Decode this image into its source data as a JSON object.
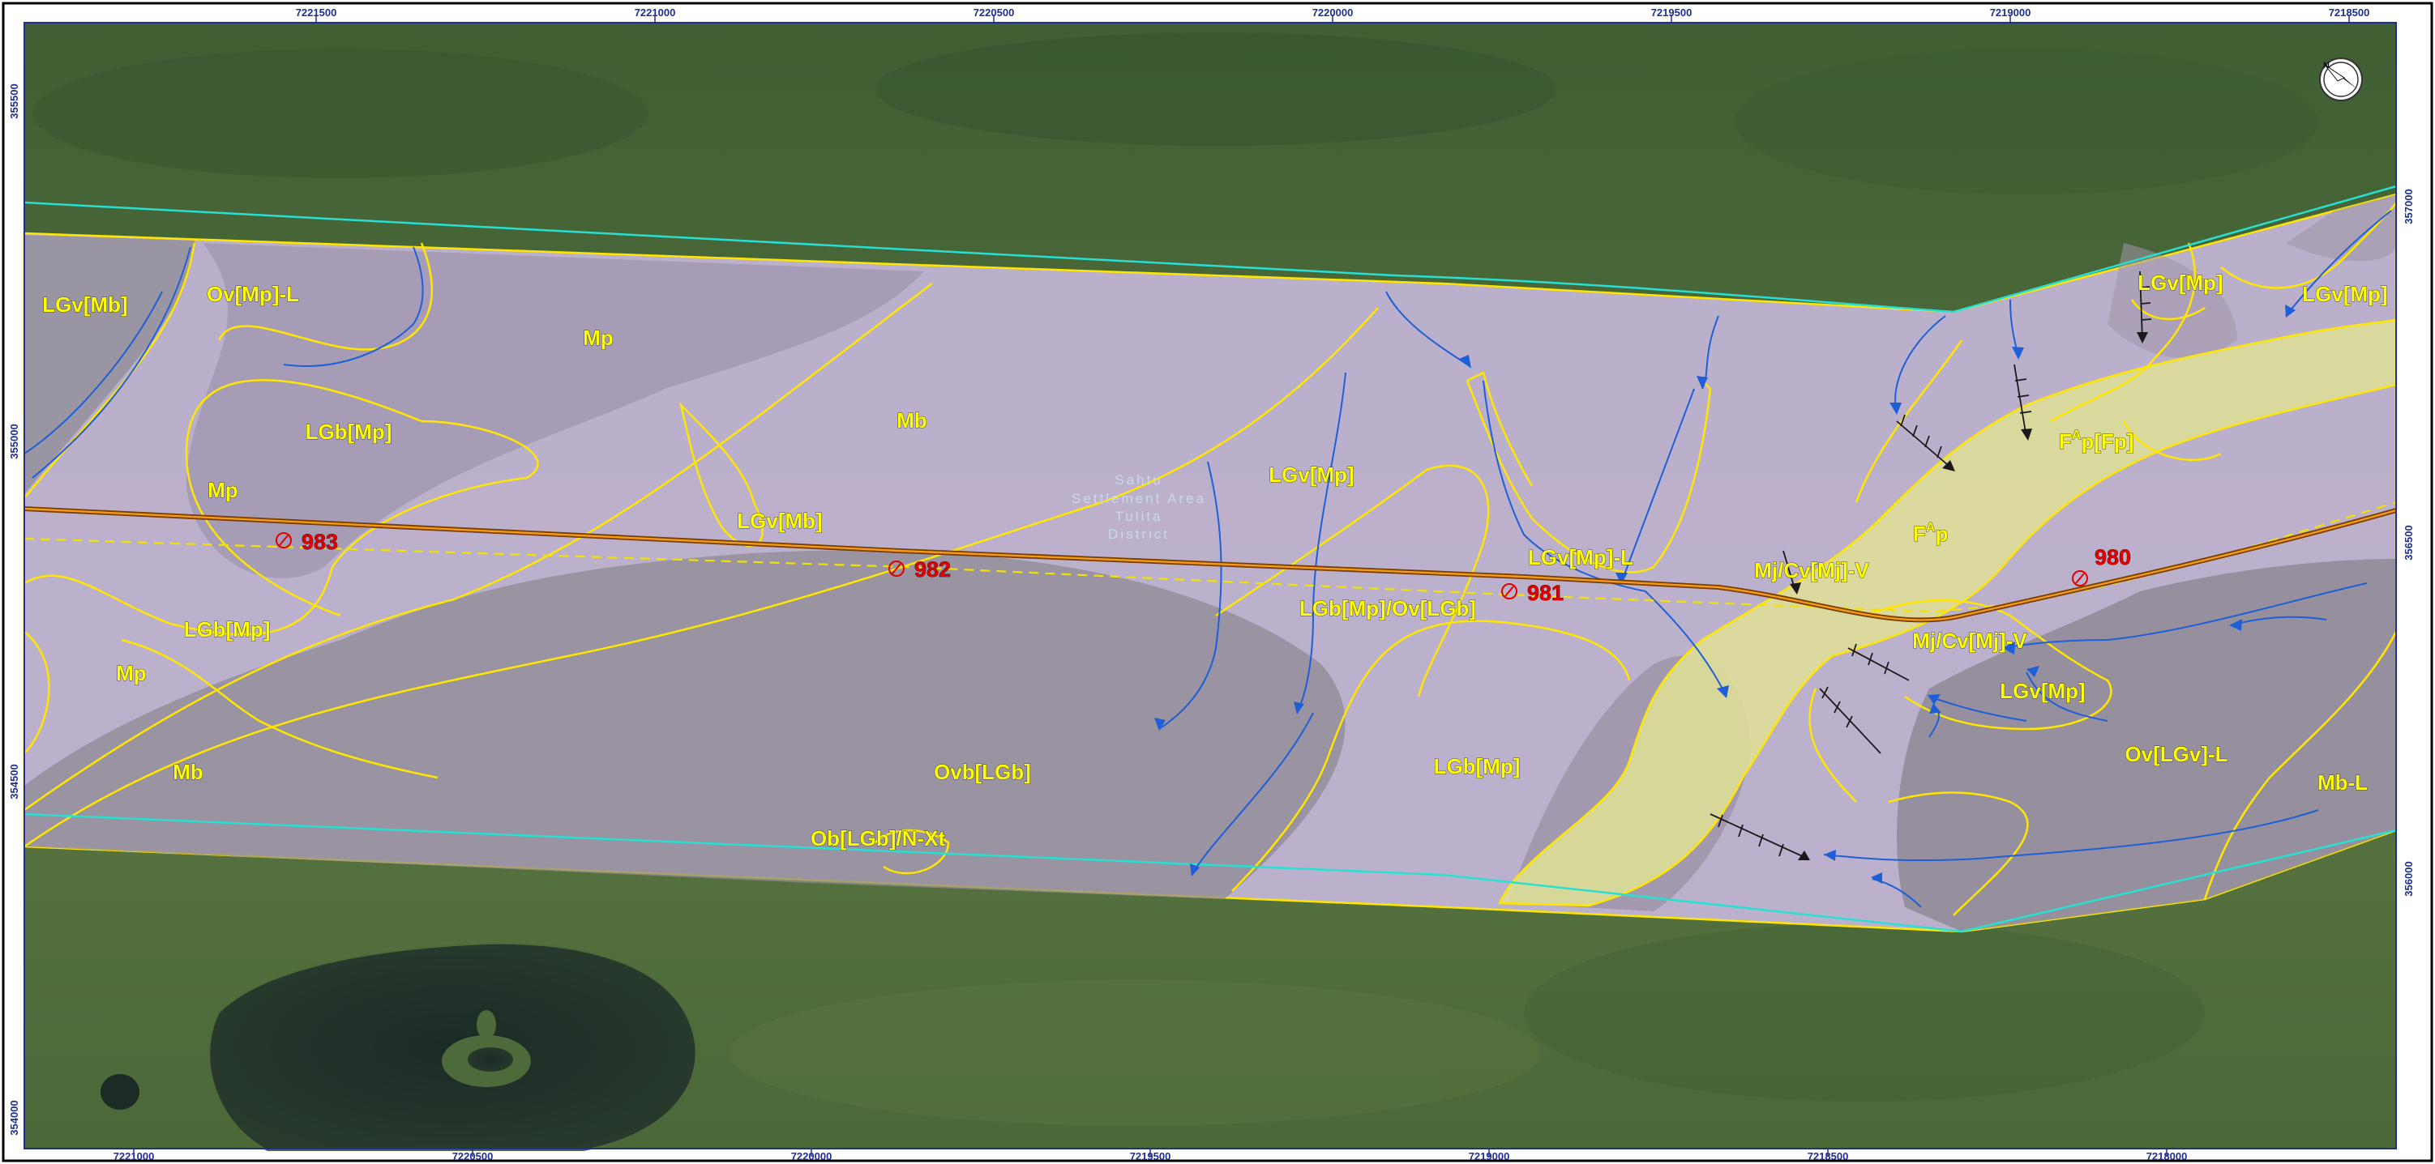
{
  "grid": {
    "top_ticks": [
      "7221500",
      "7221000",
      "7220500",
      "7220000",
      "7219500",
      "7219000",
      "7218500"
    ],
    "bottom_ticks": [
      "7221000",
      "7220500",
      "7220000",
      "7219500",
      "7219000",
      "7218500",
      "7218000"
    ],
    "left_ticks": [
      "355500",
      "355000",
      "354500",
      "354000"
    ],
    "right_ticks": [
      "357000",
      "356500",
      "356000"
    ]
  },
  "units": [
    "LGv[Mb]",
    "Ov[Mp]-L",
    "Mp",
    "LGb[Mp]",
    "Mp",
    "Mb",
    "LGv[Mb]",
    "LGv[Mp]",
    "LGb[Mp]",
    "Mp",
    "Mb",
    "Ovb[LGb]",
    "Ob[LGb]/N-Xt",
    "LGb[Mp]/Ov[LGb]",
    "LGb[Mp]",
    "LGv[Mp]-L",
    "Mj/Cv[Mj]-V",
    "Mj/Cv[Mj]-V",
    "LGv[Mp]",
    "LGv[Mp]",
    "LGv[Mp]",
    "Ov[LGv]-L",
    "Mb-L"
  ],
  "fan_units": [
    {
      "main": "F",
      "sup": "A",
      "rest": "p[Fp]"
    },
    {
      "main": "F",
      "sup": "A",
      "rest": "p"
    }
  ],
  "kilometre_posts": [
    "983",
    "982",
    "981",
    "980"
  ],
  "settlement_label": [
    "Sahtu",
    "Settlement Area",
    "Tulita",
    "District"
  ],
  "icons": [
    "north-arrow-icon",
    "kilometre-post-icon",
    "flow-arrow-icon",
    "scarp-hatch-icon"
  ],
  "colors": {
    "unit_label": "#ffff00",
    "boundary": "#ffe600",
    "corridor_fill": "#c8b8dc",
    "fan_fill": "#dede98",
    "stream": "#1e5fd8",
    "pipeline": "#c46a00",
    "centreline": "#f2e200",
    "limit_line": "#27e0d2",
    "kp_label": "#e00000",
    "grid_tick": "#1f2f8f"
  }
}
